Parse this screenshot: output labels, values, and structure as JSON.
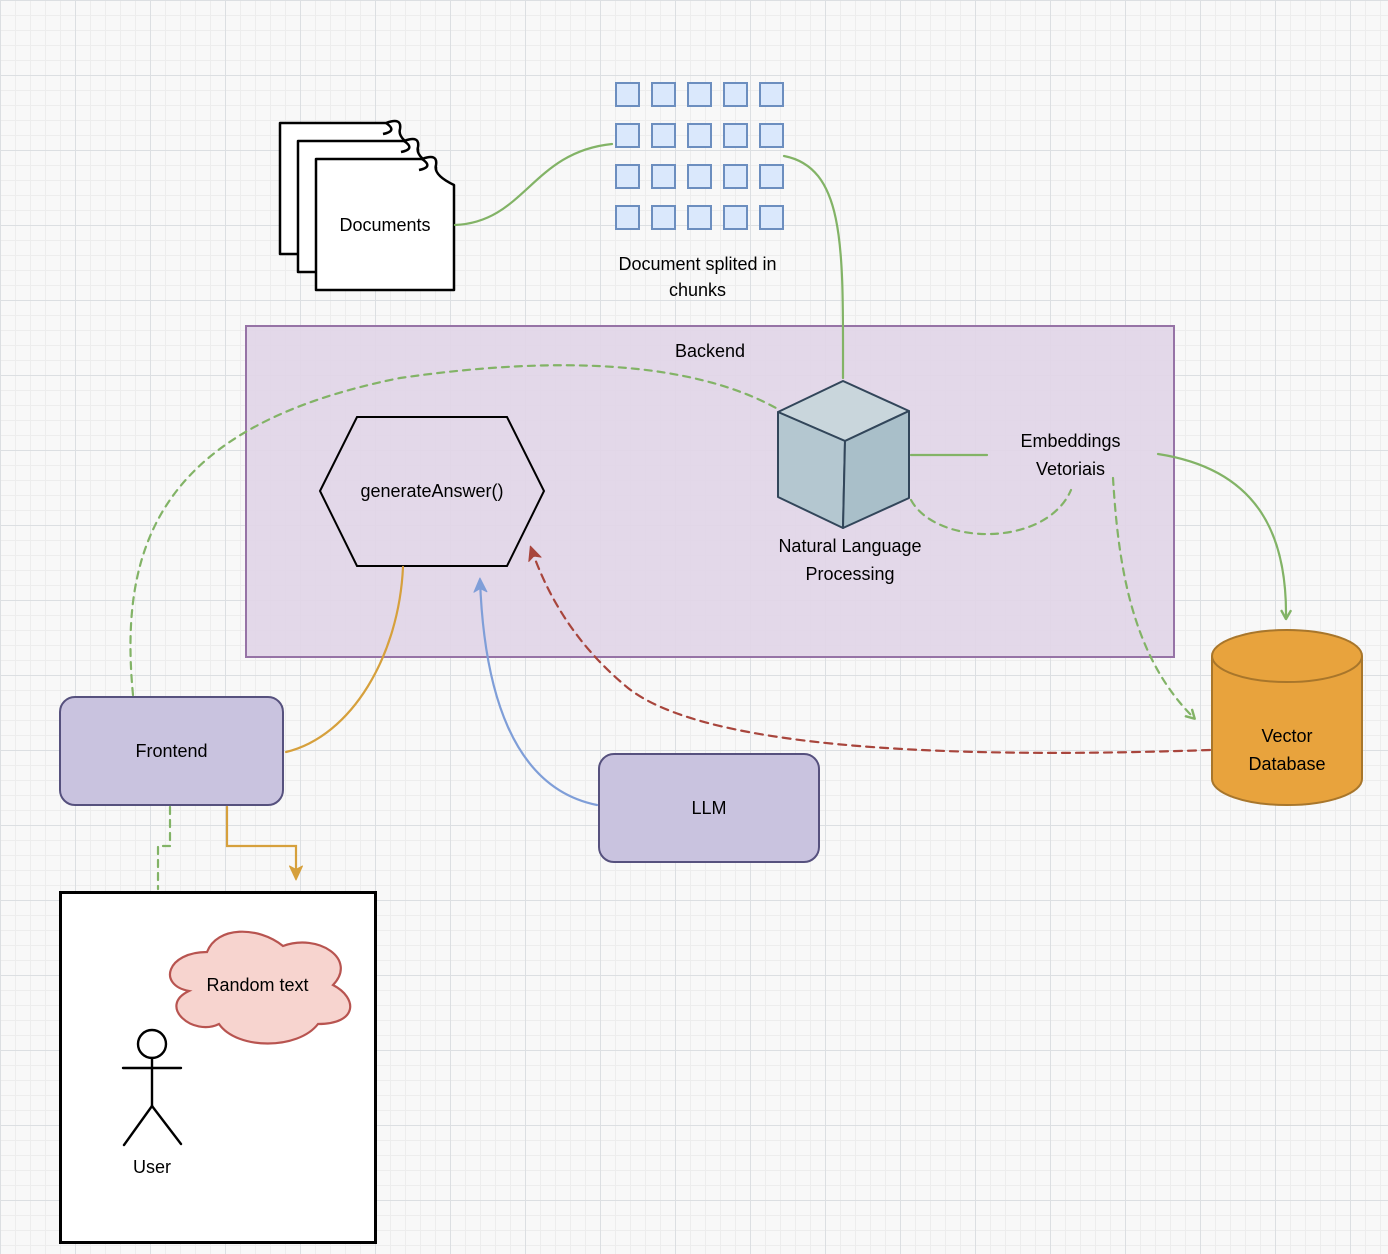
{
  "diagram": {
    "documents": {
      "label": "Documents"
    },
    "chunks": {
      "caption": "Document splited in\nchunks",
      "rows": 4,
      "cols": 5
    },
    "backend": {
      "label": "Backend"
    },
    "generate_answer": {
      "label": "generateAnswer()"
    },
    "nlp": {
      "label": "Natural Language\nProcessing"
    },
    "embeddings": {
      "label": "Embeddings\nVetoriais"
    },
    "vector_db": {
      "label": "Vector\nDatabase"
    },
    "frontend": {
      "label": "Frontend"
    },
    "llm": {
      "label": "LLM"
    },
    "user_area": {
      "random_text": "Random text",
      "user": "User"
    }
  },
  "edges": [
    {
      "from": "documents",
      "to": "chunks",
      "style": "solid",
      "color": "#82b366",
      "arrow": false
    },
    {
      "from": "chunks",
      "to": "nlp-cube",
      "style": "solid",
      "color": "#82b366",
      "arrow": false
    },
    {
      "from": "nlp-cube",
      "to": "embeddings",
      "style": "solid",
      "color": "#82b366",
      "arrow": false
    },
    {
      "from": "embeddings",
      "to": "vector-database",
      "style": "solid",
      "color": "#82b366",
      "arrow": true
    },
    {
      "from": "frontend",
      "to": "nlp-cube",
      "style": "dashed",
      "color": "#82b366",
      "arrow": false
    },
    {
      "from": "nlp-cube",
      "to": "embeddings",
      "style": "dashed",
      "color": "#82b366",
      "arrow": false
    },
    {
      "from": "embeddings",
      "to": "vector-database",
      "style": "dashed",
      "color": "#82b366",
      "arrow": true
    },
    {
      "from": "frontend",
      "to": "user-boundary",
      "style": "dashed",
      "color": "#82b366",
      "arrow": false
    },
    {
      "from": "generate-answer",
      "to": "frontend",
      "style": "solid",
      "color": "#d79b00",
      "arrow": false
    },
    {
      "from": "frontend",
      "to": "user-boundary",
      "style": "solid",
      "color": "#d79b00",
      "arrow": true
    },
    {
      "from": "llm",
      "to": "generate-answer",
      "style": "solid",
      "color": "#7f9ed8",
      "arrow": true
    },
    {
      "from": "vector-database",
      "to": "generate-answer",
      "style": "dashed",
      "color": "#b85450",
      "arrow": true
    }
  ],
  "colors": {
    "green_edge": "#82b366",
    "orange_edge": "#d79b00",
    "blue_edge": "#7f9ed8",
    "red_edge": "#b85450",
    "backend_fill": "#e1d5e7",
    "backend_border": "#9673a6",
    "node_fill": "#c9c3df",
    "node_border": "#56517e",
    "chunk_fill": "#dae8fc",
    "chunk_border": "#6c8ebf",
    "cube_fill": "#b7c9d3",
    "cube_border": "#32465a",
    "cylinder_fill": "#e8a33d",
    "cylinder_border": "#a8762b",
    "cloud_fill": "#f7d4cf",
    "cloud_border": "#b85450"
  }
}
